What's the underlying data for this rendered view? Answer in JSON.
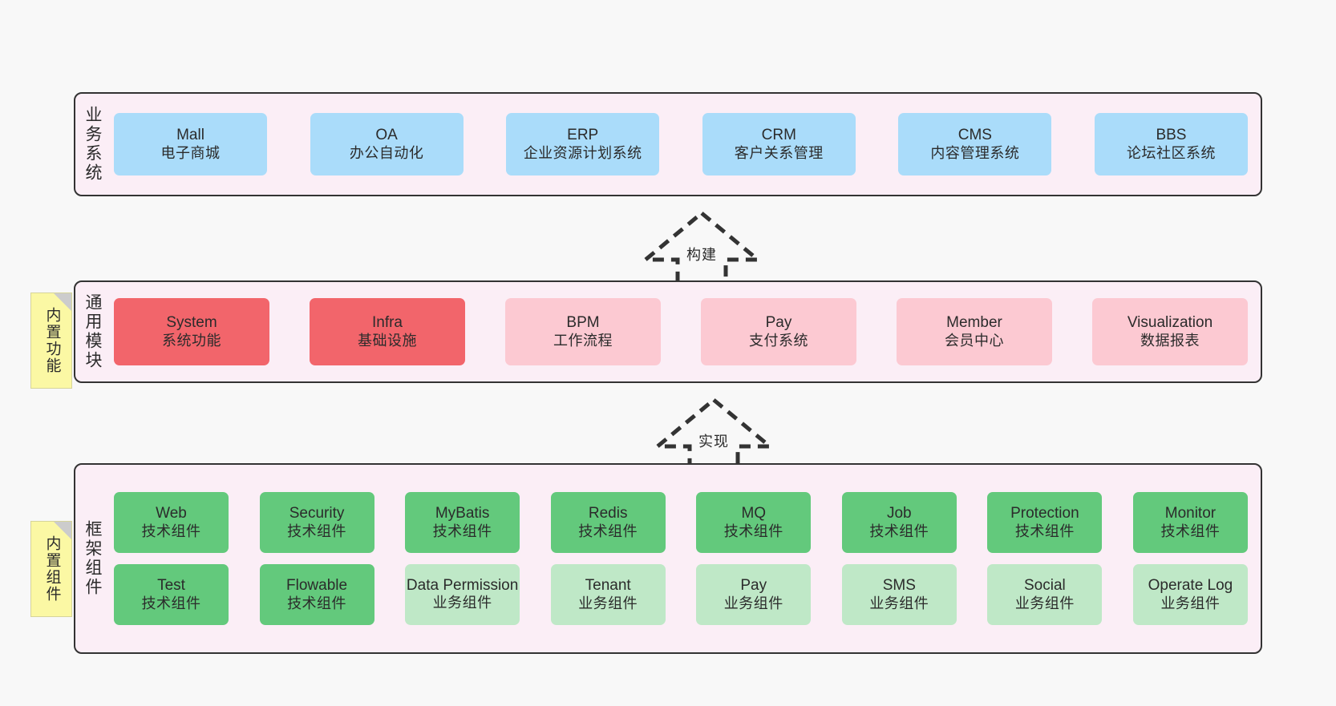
{
  "layers": [
    {
      "id": "business-system",
      "label": "业务系统",
      "rows": [
        {
          "style": "blue",
          "cards": [
            {
              "en": "Mall",
              "cn": "电子商城"
            },
            {
              "en": "OA",
              "cn": "办公自动化"
            },
            {
              "en": "ERP",
              "cn": "企业资源计划系统"
            },
            {
              "en": "CRM",
              "cn": "客户关系管理"
            },
            {
              "en": "CMS",
              "cn": "内容管理系统"
            },
            {
              "en": "BBS",
              "cn": "论坛社区系统"
            }
          ]
        }
      ]
    },
    {
      "id": "common-module",
      "label": "通用模块",
      "note": "内置功能",
      "rows": [
        {
          "style": "module",
          "cards": [
            {
              "en": "System",
              "cn": "系统功能",
              "tone": "red"
            },
            {
              "en": "Infra",
              "cn": "基础设施",
              "tone": "red"
            },
            {
              "en": "BPM",
              "cn": "工作流程",
              "tone": "pink"
            },
            {
              "en": "Pay",
              "cn": "支付系统",
              "tone": "pink"
            },
            {
              "en": "Member",
              "cn": "会员中心",
              "tone": "pink"
            },
            {
              "en": "Visualization",
              "cn": "数据报表",
              "tone": "pink"
            }
          ]
        }
      ]
    },
    {
      "id": "framework-component",
      "label": "框架组件",
      "note": "内置组件",
      "rows": [
        {
          "style": "framework",
          "cards": [
            {
              "en": "Web",
              "cn": "技术组件",
              "tone": "green"
            },
            {
              "en": "Security",
              "cn": "技术组件",
              "tone": "green"
            },
            {
              "en": "MyBatis",
              "cn": "技术组件",
              "tone": "green"
            },
            {
              "en": "Redis",
              "cn": "技术组件",
              "tone": "green"
            },
            {
              "en": "MQ",
              "cn": "技术组件",
              "tone": "green"
            },
            {
              "en": "Job",
              "cn": "技术组件",
              "tone": "green"
            },
            {
              "en": "Protection",
              "cn": "技术组件",
              "tone": "green"
            },
            {
              "en": "Monitor",
              "cn": "技术组件",
              "tone": "green"
            }
          ]
        },
        {
          "style": "framework",
          "cards": [
            {
              "en": "Test",
              "cn": "技术组件",
              "tone": "green"
            },
            {
              "en": "Flowable",
              "cn": "技术组件",
              "tone": "green"
            },
            {
              "en": "Data Permission",
              "cn": "业务组件",
              "tone": "light-green",
              "wrap": true
            },
            {
              "en": "Tenant",
              "cn": "业务组件",
              "tone": "light-green"
            },
            {
              "en": "Pay",
              "cn": "业务组件",
              "tone": "light-green"
            },
            {
              "en": "SMS",
              "cn": "业务组件",
              "tone": "light-green"
            },
            {
              "en": "Social",
              "cn": "业务组件",
              "tone": "light-green"
            },
            {
              "en": "Operate Log",
              "cn": "业务组件",
              "tone": "light-green"
            }
          ]
        }
      ]
    }
  ],
  "arrows": [
    {
      "id": "build",
      "label": "构建"
    },
    {
      "id": "implement",
      "label": "实现"
    }
  ],
  "colors": {
    "band_bg": "#fbeef6",
    "band_border": "#333333",
    "blue": "#aadcfa",
    "red": "#f2656b",
    "pink": "#fcc9d2",
    "green": "#63c97c",
    "light_green": "#bfe8c7",
    "note_bg": "#fbf8a4",
    "page_bg": "#f8f8f8",
    "text": "#2b2b2b"
  }
}
